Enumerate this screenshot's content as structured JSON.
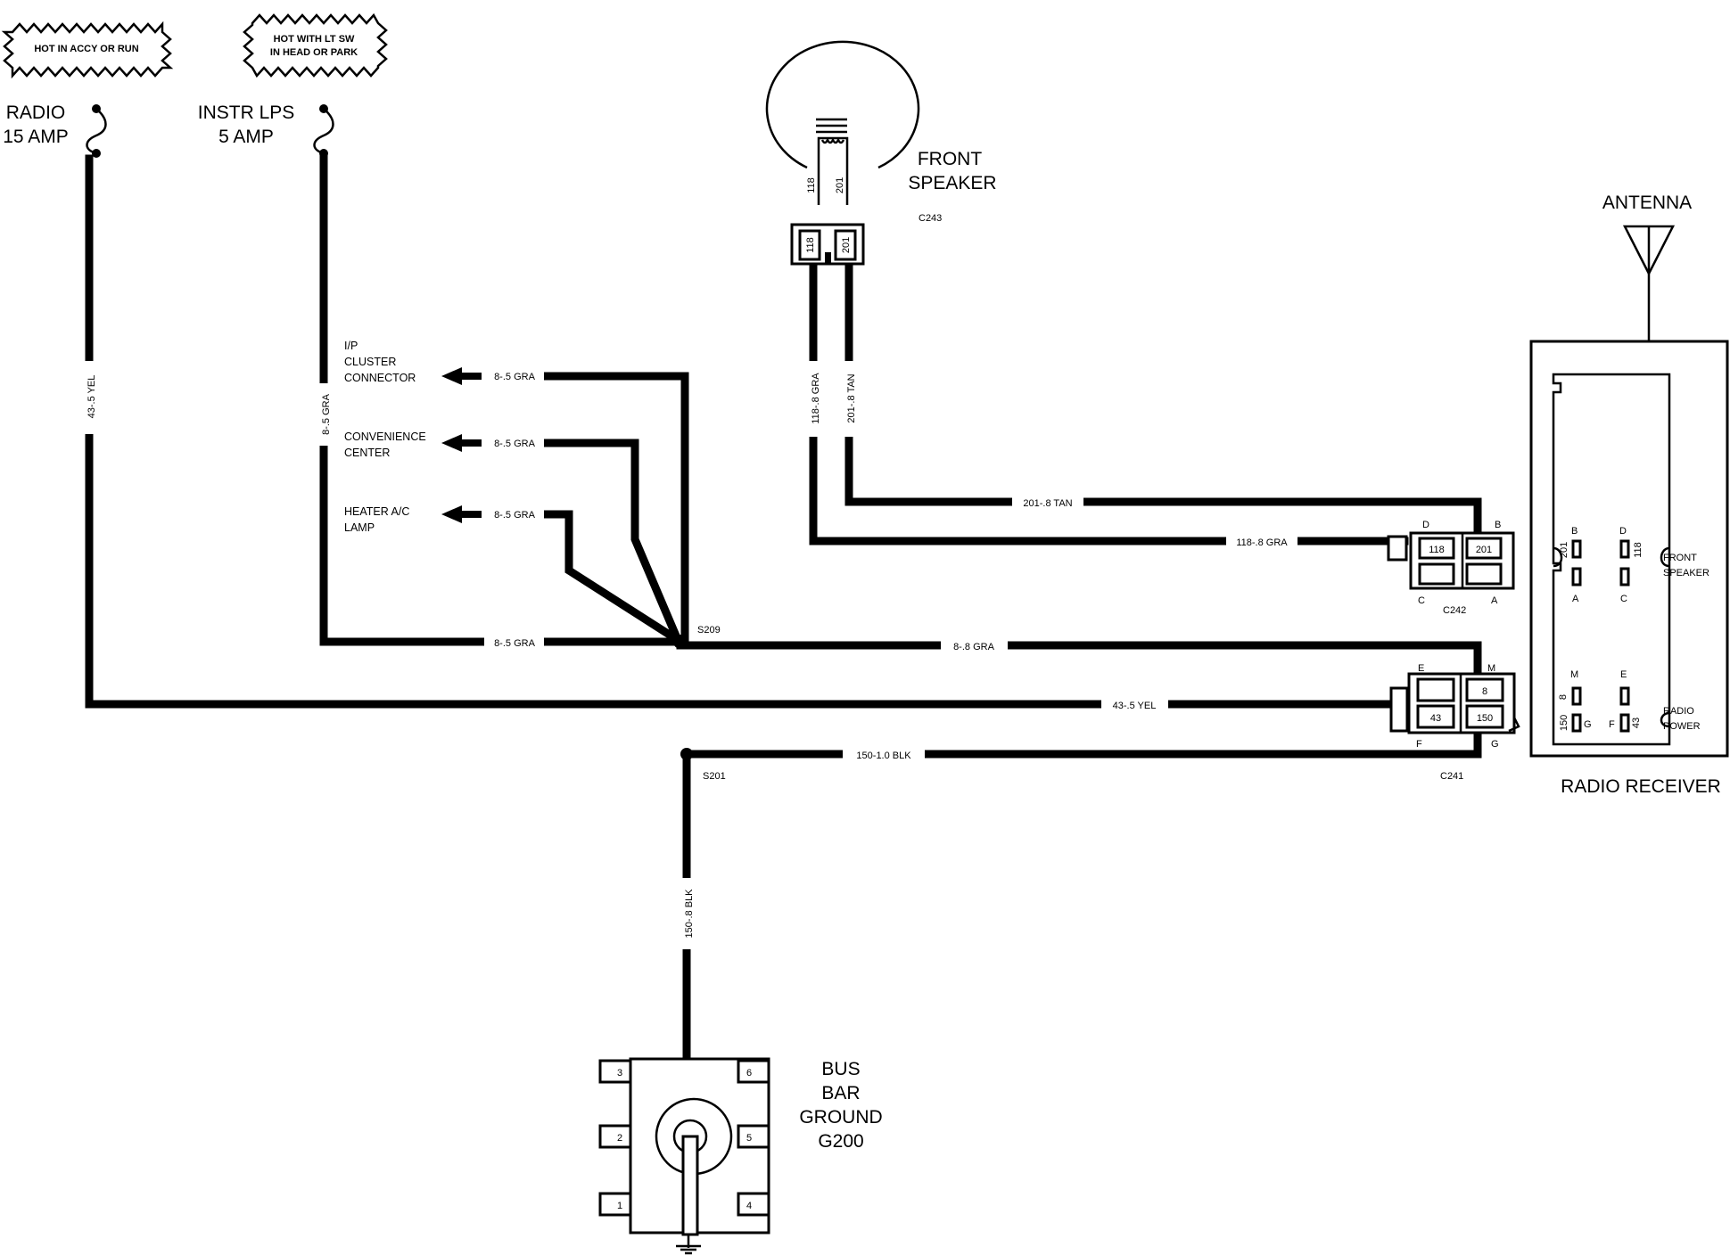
{
  "labels": {
    "hot_accy_run": "HOT IN ACCY OR RUN",
    "hot_lt_sw_1": "HOT WITH LT SW",
    "hot_lt_sw_2": "IN HEAD OR PARK",
    "radio_fuse_1": "RADIO",
    "radio_fuse_2": "15 AMP",
    "instr_fuse_1": "INSTR LPS",
    "instr_fuse_2": "5 AMP",
    "front_speaker_1": "FRONT",
    "front_speaker_2": "SPEAKER",
    "antenna": "ANTENNA",
    "radio_receiver": "RADIO RECEIVER",
    "ip_cluster_1": "I/P",
    "ip_cluster_2": "CLUSTER",
    "ip_cluster_3": "CONNECTOR",
    "convenience_1": "CONVENIENCE",
    "convenience_2": "CENTER",
    "heater_1": "HEATER A/C",
    "heater_2": "LAMP",
    "bus_1": "BUS",
    "bus_2": "BAR",
    "bus_3": "GROUND",
    "bus_4": "G200",
    "rr_front_speaker_1": "FRONT",
    "rr_front_speaker_2": "SPEAKER",
    "rr_radio_power_1": "RADIO",
    "rr_radio_power_2": "POWER"
  },
  "connectors": {
    "c243": "C243",
    "c242": "C242",
    "c241": "C241",
    "s209": "S209",
    "s201": "S201"
  },
  "wires": {
    "w43_vertical": "43-.5 YEL",
    "w8_vertical": "8-.5 GRA",
    "w8_cluster": "8-.5 GRA",
    "w8_convenience": "8-.5 GRA",
    "w8_heater": "8-.5 GRA",
    "w8_to_splice": "8-.5 GRA",
    "w8_to_c241": "8-.8 GRA",
    "w43_to_c241": "43-.5 YEL",
    "w150_horizontal": "150-1.0 BLK",
    "w150_vertical": "150-.8 BLK",
    "w118_vertical": "118-.8 GRA",
    "w201_vertical": "201-.8 TAN",
    "w201_horizontal": "201-.8 TAN",
    "w118_horizontal": "118-.8 GRA"
  },
  "pins": {
    "spk_118": "118",
    "spk_201": "201",
    "c243_118": "118",
    "c243_201": "201",
    "c242_D": "D",
    "c242_B": "B",
    "c242_C": "C",
    "c242_A": "A",
    "c242_118": "118",
    "c242_201": "201",
    "c241_E": "E",
    "c241_M": "M",
    "c241_F": "F",
    "c241_G": "G",
    "c241_8": "8",
    "c241_43": "43",
    "c241_150": "150",
    "rr_B": "B",
    "rr_D": "D",
    "rr_201": "201",
    "rr_118": "118",
    "rr_A": "A",
    "rr_C": "C",
    "rr_M": "M",
    "rr_E": "E",
    "rr_8": "8",
    "rr_150": "150",
    "rr_G": "G",
    "rr_F": "F",
    "rr_43": "43",
    "bus_1": "1",
    "bus_2": "2",
    "bus_3": "3",
    "bus_4": "4",
    "bus_5": "5",
    "bus_6": "6"
  }
}
